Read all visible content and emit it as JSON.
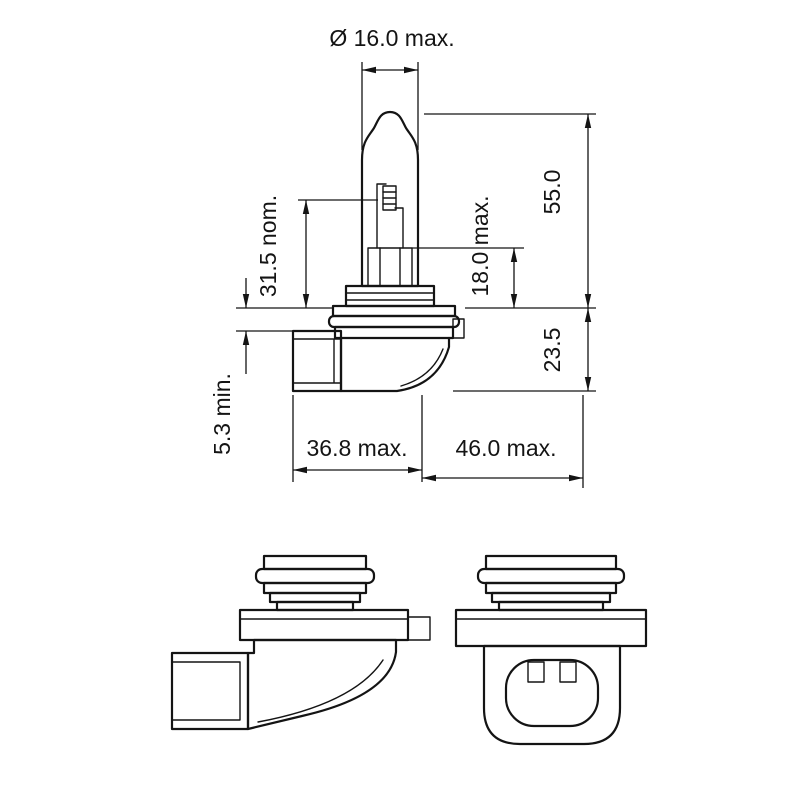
{
  "drawing": {
    "labels": {
      "diameter": "Ø 16.0 max.",
      "light_center_length": "31.5 nom.",
      "inner_length": "18.0 max.",
      "bulb_length": "55.0",
      "base_length": "23.5",
      "clearance": "5.3 min.",
      "body_width": "36.8 max.",
      "total_width": "46.0 max."
    },
    "colors": {
      "line": "#141414",
      "background": "#ffffff"
    }
  }
}
